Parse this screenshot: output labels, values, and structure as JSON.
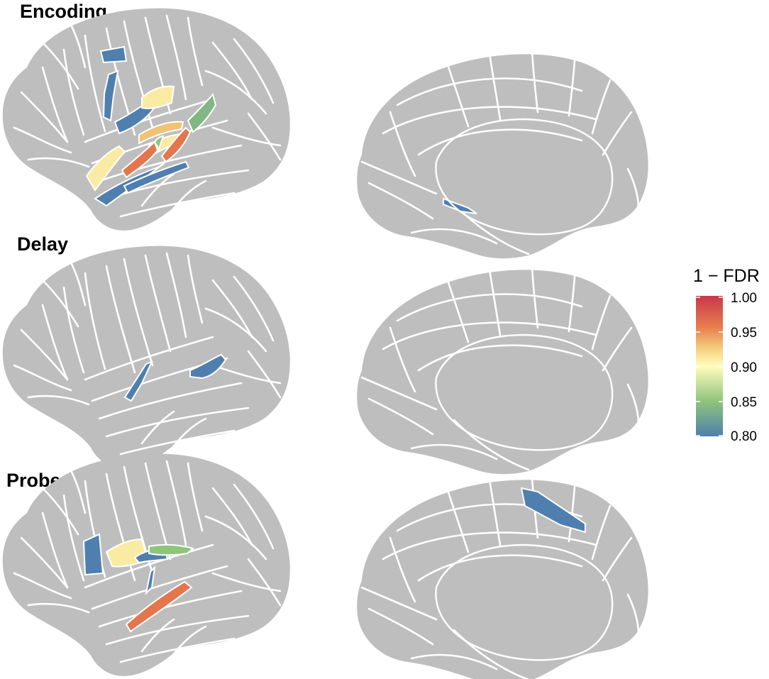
{
  "figure": {
    "rows": [
      {
        "label": "Encoding",
        "lateral_regions": [
          {
            "id": "enc-superior-frontal",
            "value": 0.8
          },
          {
            "id": "enc-caudal-middle-frontal",
            "value": 0.8
          },
          {
            "id": "enc-precentral-lower",
            "value": 0.8
          },
          {
            "id": "enc-postcentral",
            "value": 0.91
          },
          {
            "id": "enc-supramarginal",
            "value": 0.84
          },
          {
            "id": "enc-transverse-temporal",
            "value": 0.93
          },
          {
            "id": "enc-insula-band",
            "value": 0.91
          },
          {
            "id": "enc-heschl",
            "value": 0.85
          },
          {
            "id": "enc-superior-temporal-a",
            "value": 0.96
          },
          {
            "id": "enc-superior-temporal-b",
            "value": 0.96
          },
          {
            "id": "enc-pars-opercularis",
            "value": 0.91
          },
          {
            "id": "enc-middle-temporal",
            "value": 0.8
          }
        ],
        "medial_regions": [
          {
            "id": "enc-medial-parahippocampal",
            "value": 0.8
          }
        ]
      },
      {
        "label": "Delay",
        "lateral_regions": [
          {
            "id": "delay-superior-temporal",
            "value": 0.8
          },
          {
            "id": "delay-inferior-parietal",
            "value": 0.8
          }
        ],
        "medial_regions": []
      },
      {
        "label": "Probe",
        "lateral_regions": [
          {
            "id": "probe-middle-frontal",
            "value": 0.8
          },
          {
            "id": "probe-postcentral",
            "value": 0.91
          },
          {
            "id": "probe-precentral",
            "value": 0.8
          },
          {
            "id": "probe-supramarginal",
            "value": 0.85
          },
          {
            "id": "probe-insula",
            "value": 0.8
          },
          {
            "id": "probe-superior-temporal",
            "value": 0.96
          }
        ],
        "medial_regions": [
          {
            "id": "probe-medial-paracentral",
            "value": 0.8
          }
        ]
      }
    ]
  },
  "legend": {
    "title": "1 − FDR",
    "ticks": [
      "1.00",
      "0.95",
      "0.90",
      "0.85",
      "0.80"
    ],
    "min": 0.8,
    "max": 1.0,
    "colors": [
      "#4f7fae",
      "#8fc47b",
      "#fffdbf",
      "#f4d27e",
      "#e77c4d",
      "#c9384a"
    ]
  },
  "colors": {
    "brain": "#bebebe",
    "sulcus_lines": "#ffffff"
  }
}
